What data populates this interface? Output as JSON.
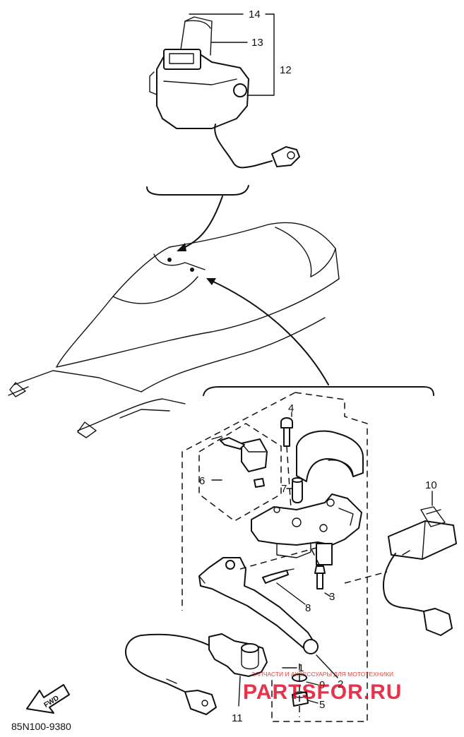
{
  "callouts": [
    {
      "id": "c1",
      "label": "1"
    },
    {
      "id": "c2",
      "label": "2"
    },
    {
      "id": "c3",
      "label": "3"
    },
    {
      "id": "c4",
      "label": "4"
    },
    {
      "id": "c5",
      "label": "5"
    },
    {
      "id": "c6",
      "label": "6"
    },
    {
      "id": "c7",
      "label": "7"
    },
    {
      "id": "c8",
      "label": "8"
    },
    {
      "id": "c9",
      "label": "9"
    },
    {
      "id": "c10",
      "label": "10"
    },
    {
      "id": "c11",
      "label": "11"
    },
    {
      "id": "c12",
      "label": "12"
    },
    {
      "id": "c13",
      "label": "13"
    },
    {
      "id": "c14",
      "label": "14"
    }
  ],
  "direction_arrow": {
    "label": "FWD"
  },
  "drawing_code": "85N100-9380",
  "watermark": {
    "small_text": "ЗАПЧАСТИ И АКСЕССУАРЫ ДЛЯ МОТОТЕХНИКИ",
    "big_text": "PARTSFOR.RU"
  },
  "colors": {
    "line": "#111111",
    "watermark": "#e2001a",
    "background": "#ffffff"
  }
}
